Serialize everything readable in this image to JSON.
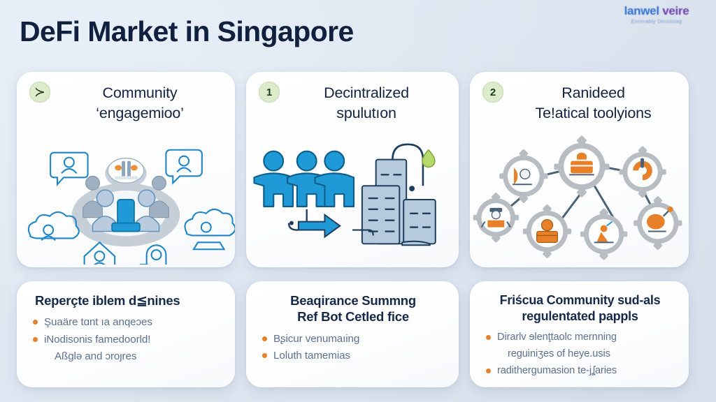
{
  "header": {
    "title": "DeFi Market in Singapore",
    "logo": {
      "word_a": "lanwel",
      "word_b": "veire",
      "tagline": "Enrimably Deusistag",
      "color_a": "#2f6fd0",
      "color_b": "#6d3fa8"
    }
  },
  "theme": {
    "background": "#dde5f0",
    "card_background": "#ffffff",
    "title_color": "#11203f",
    "badge_background": "#dceccb",
    "bullet_color": "#e8802a",
    "body_text_color": "#5b7190",
    "accent_blue": "#1f9ad6",
    "accent_orange": "#e8802a"
  },
  "top_cards": [
    {
      "badge": "≻",
      "badge_kind": "glyph",
      "title_line1": "Community",
      "title_line2": "‘engagemioo’",
      "illustration": "community-network-illustration"
    },
    {
      "badge": "1",
      "badge_kind": "number",
      "title_line1": "Decintralized",
      "title_line2": "spulutıon",
      "illustration": "people-and-buildings-illustration"
    },
    {
      "badge": "2",
      "badge_kind": "number",
      "title_line1": "Ranideed",
      "title_line2": "Te!atical toolyions",
      "illustration": "gear-network-illustration"
    }
  ],
  "bottom_cards": [
    {
      "title_line1": "Reperçte iblem d≦nines",
      "title_line2": "",
      "bullets": [
        {
          "text": "Şuaäre tɑnt ıa anqeɔes",
          "continuation": false
        },
        {
          "text": "iNodisonis famedoorld!",
          "continuation": false
        },
        {
          "text": "Aßglə and ɔroȷres",
          "continuation": true
        }
      ]
    },
    {
      "title_line1": "Beaqirance Summng",
      "title_line2": "Ref Bot Cetled fice",
      "bullets": [
        {
          "text": "Bʂicur venumaıing",
          "continuation": false
        },
        {
          "text": "Loluth tamemias",
          "continuation": false
        }
      ]
    },
    {
      "title_line1": "Friścua Community sud-als",
      "title_line2": "regulentated pappls",
      "bullets": [
        {
          "text": "Dirarlv ɘlenţtaolc mernning",
          "continuation": false
        },
        {
          "text": "reguiniʒes of heye.usis",
          "continuation": true
        },
        {
          "text": "radithergumasion te-jʆaries",
          "continuation": false
        }
      ]
    }
  ]
}
